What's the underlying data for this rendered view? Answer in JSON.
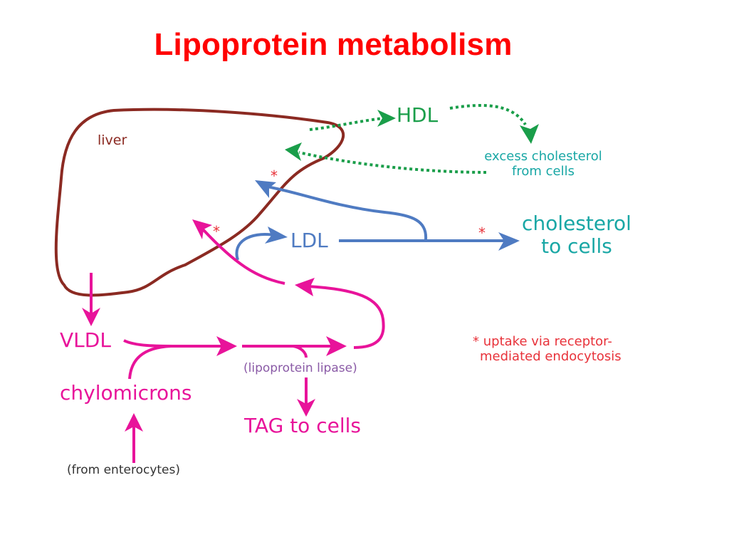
{
  "title": "Lipoprotein metabolism",
  "colors": {
    "title": "#ff0000",
    "liver": "#8b2a22",
    "hdl": "#1a9e4a",
    "teal": "#19a7a5",
    "ldl": "#4f7bc2",
    "vldl": "#e8139a",
    "lipase": "#8a5aa6",
    "asterisk": "#e8323a",
    "note": "#e8323a",
    "source": "#333333"
  },
  "labels": {
    "liver": "liver",
    "hdl": "HDL",
    "excess_cholesterol_line1": "excess cholesterol",
    "excess_cholesterol_line2": "from cells",
    "ldl": "LDL",
    "cholesterol_to_cells_line1": "cholesterol",
    "cholesterol_to_cells_line2": "to cells",
    "vldl": "VLDL",
    "chylomicrons": "chylomicrons",
    "lipoprotein_lipase": "(lipoprotein lipase)",
    "tag_to_cells": "TAG to cells",
    "from_enterocytes": "(from enterocytes)",
    "asterisk": "*"
  },
  "legend": {
    "symbol": "*",
    "line1": "uptake via receptor-",
    "line2": "mediated endocytosis"
  }
}
